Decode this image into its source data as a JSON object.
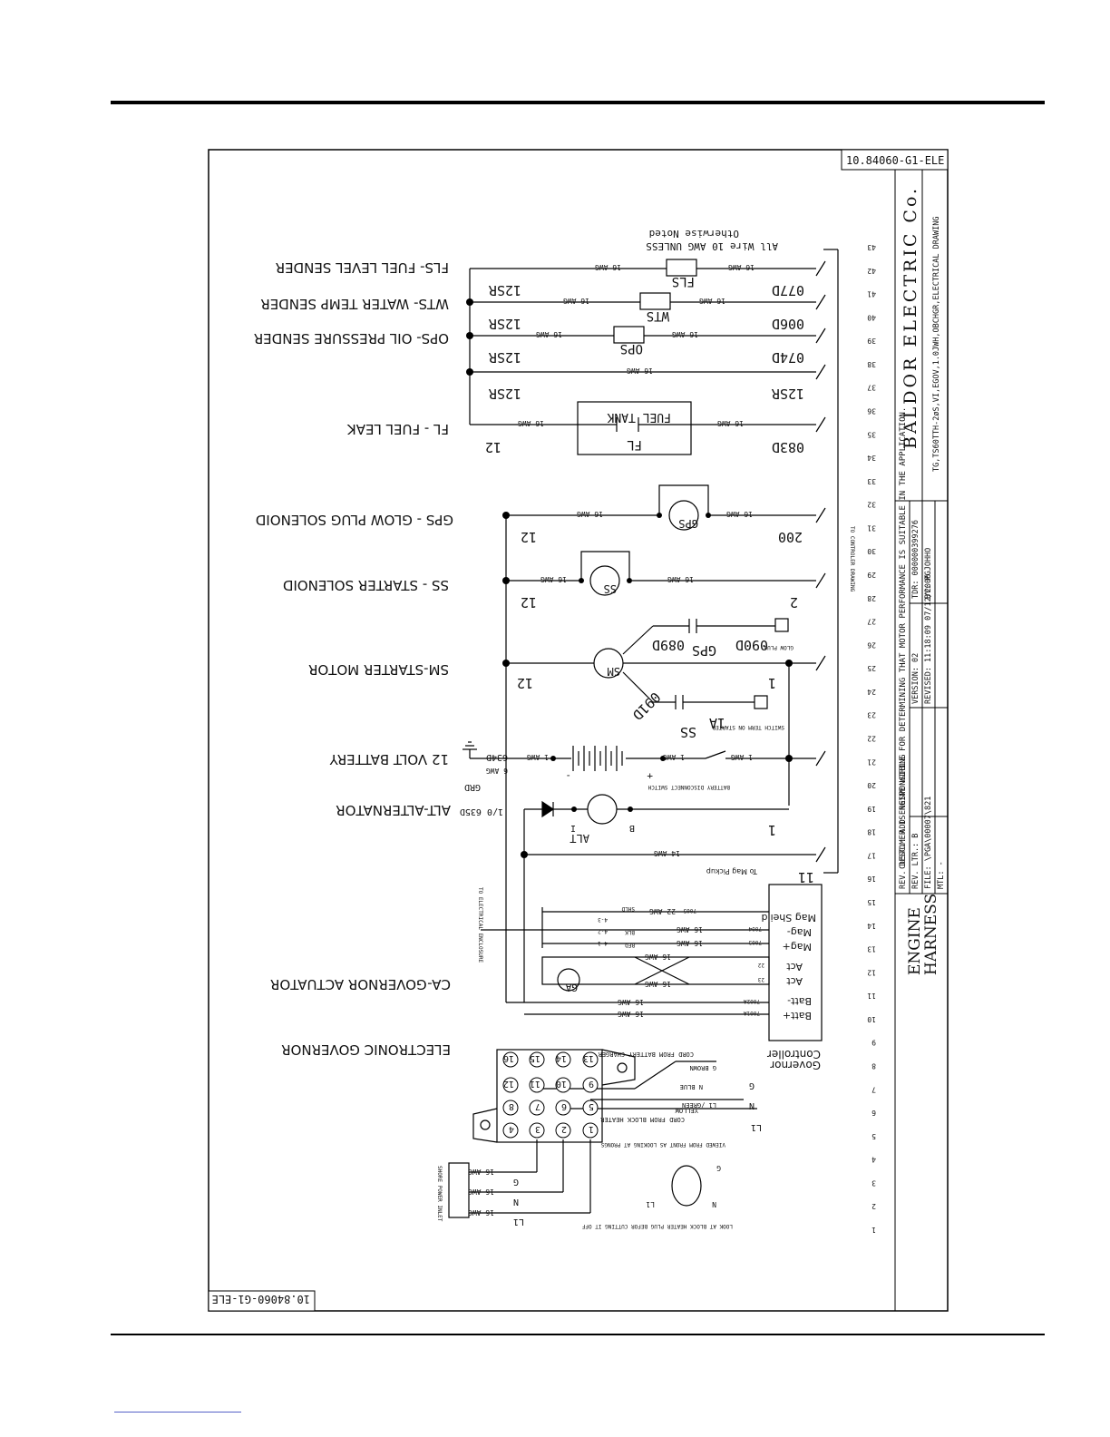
{
  "drawing_id": "10.84060-G1-ELE",
  "company": "BALDOR ELECTRIC Co.",
  "drawing_desc": "TG,TS60TTH-2øS,VI,EGOV,1.0JWH,OBCHGR,ELECTRICAL DRAWING",
  "customer_note": "CUSTOMER IS RESPONSIBLE FOR DETERMINING THAT MOTOR PERFORMANCE IS SUITABLE IN THE APPLICATION.",
  "title_block": {
    "tdr": "TDR: 000000399276",
    "by": "BY: PGJOHHO",
    "version": "VERSION: 02",
    "revised": "REVISED: 11:18:09 07/12/2006",
    "rev_desc": "REV. DESC.: ADD ENGINE WIRING",
    "rev_ltr": "REV. LTR.: B",
    "file": "FILE: \\PGA\\00007\\821",
    "mtl": "MTL: -",
    "title_line1": "ENGINE",
    "title_line2": "HARNESS"
  },
  "wire_note": [
    "All Wire 10 AWG UNLESS",
    "Otherwise Noted"
  ],
  "to_controller": "TO CONTROLER DRAWING",
  "to_enclosure": "TO ELECTRICAL ENCLOSURE",
  "row_numbers": [
    "1",
    "2",
    "3",
    "4",
    "5",
    "6",
    "7",
    "8",
    "9",
    "10",
    "11",
    "12",
    "13",
    "14",
    "15",
    "16",
    "17",
    "18",
    "19",
    "20",
    "21",
    "22",
    "23",
    "24",
    "25",
    "26",
    "27",
    "28",
    "29",
    "30",
    "31",
    "32",
    "33",
    "34",
    "35",
    "36",
    "37",
    "38",
    "39",
    "40",
    "41",
    "42",
    "43"
  ],
  "legend": [
    "FLS- FUEL LEVEL SENDER",
    "WTS- WATER TEMP SENDER",
    "OPS- OIL PRESSURE SENDER",
    "FL - FUEL LEAK",
    "GPS - GLOW PLUG SOLENOID",
    "SS - STARTER SOLENOID",
    "SM-STARTER MOTOR",
    "12 VOLT BATTERY",
    "ALT-ALTERNATOR",
    "CA-GOVERNOR ACTUATOR",
    "ELECTRONIC GOVERNOR"
  ],
  "wires": {
    "w077d": "077D",
    "w006d": "006D",
    "w074d": "074D",
    "w12sr": "12SR",
    "w083d": "083D",
    "w200": "200",
    "w2": "2",
    "w12": "12",
    "w1": "1",
    "w11": "11",
    "awg16": "16 AWG",
    "awg14": "14 AWG",
    "awg6": "6 AWG",
    "awg1": "1 AWG",
    "awg22": "22 AWG",
    "w089d": "089D",
    "w090d": "090D",
    "w091d": "091D",
    "w1a": "1A",
    "w634d": "634D",
    "w635d": "1/0 635D",
    "grd": "GRD"
  },
  "components": {
    "fls": "FLS",
    "wts": "WTS",
    "ops": "OPS",
    "fl": "FL",
    "fuel_tank": "FUEL TANK",
    "gps": "GPS",
    "ss": "SS",
    "sm": "SM",
    "alt": "ALT",
    "ga": "GA",
    "glow_plug": "GLOW PLUG",
    "starter_term": "SWITCH TERM ON STARTER",
    "battery_switch": "BATTERY DISCONNECT SWITCH",
    "alt_b": "B",
    "alt_i": "I",
    "plus": "+",
    "minus": "-"
  },
  "governor": {
    "title1": "Governor",
    "title2": "Controller",
    "terms": [
      "Mag Sheild",
      "Mag-",
      "Mag+",
      "Act",
      "Act",
      "Batt-",
      "Batt+"
    ],
    "wire_nums": [
      "7005",
      "7004",
      "7003",
      "22",
      "23",
      "7002A",
      "7001A"
    ],
    "mag_pickup": "To Mag Pickup",
    "pins": [
      "4-1",
      "4-2",
      "4-3"
    ],
    "colors": [
      "RED",
      "BLK",
      "SHLD"
    ]
  },
  "plug": {
    "pins": [
      "1",
      "2",
      "3",
      "4",
      "5",
      "6",
      "7",
      "8",
      "9",
      "10",
      "11",
      "12",
      "13",
      "14",
      "15",
      "16"
    ],
    "shore_power": "SHORE POWER INLET",
    "l1": "L1",
    "n": "N",
    "g": "G",
    "block_heater": "CORD FROM BLOCK HEATER",
    "charger": "CORD FROM BATTERY CHARGER",
    "yellow": "YELLOW",
    "l1_green": "L1 /GREEN",
    "n_blue": "N BLUE",
    "g_brown": "G BROWN",
    "front_note": "VIEWED FROM FRONT AS LOOKING AT PRONGS",
    "look_note": "LOOK AT BLOCK HEATER PLUG BEFOR CUTTING IT OFF"
  }
}
